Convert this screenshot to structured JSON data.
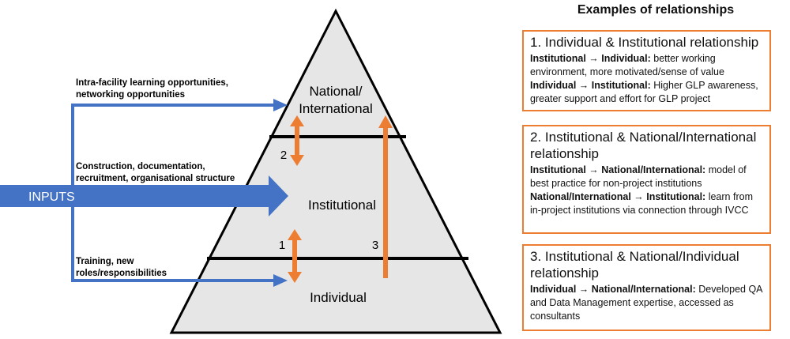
{
  "pyramid": {
    "levels": [
      "National/\nInternational",
      "Institutional",
      "Individual"
    ],
    "arrow_labels": [
      "1",
      "2",
      "3"
    ]
  },
  "inputs": {
    "label": "INPUTS",
    "branches": [
      {
        "text": [
          "Intra-facility learning opportunities,",
          "networking opportunities"
        ]
      },
      {
        "text": [
          "Construction, documentation,",
          "recruitment, organisational structure"
        ]
      },
      {
        "text": [
          "Training, new",
          "roles/responsibilities"
        ]
      }
    ]
  },
  "examples": {
    "title": "Examples of relationships",
    "items": [
      {
        "heading": "1. Individual & Institutional relationship",
        "relations": [
          {
            "direction": "Institutional → Individual:",
            "text": " better working environment, more motivated/sense of value"
          },
          {
            "direction": "Individual → Institutional:",
            "text": " Higher GLP awareness, greater support and effort for GLP project"
          }
        ]
      },
      {
        "heading": "2. Institutional & National/International relationship",
        "relations": [
          {
            "direction": "Institutional → National/International:",
            "text": " model of best practice for non-project institutions"
          },
          {
            "direction": "National/International → Institutional:",
            "text": " learn from in-project institutions via connection through IVCC"
          }
        ]
      },
      {
        "heading": "3. Institutional & National/Individual relationship",
        "relations": [
          {
            "direction": "Individual → National/International:",
            "text": " Developed QA and Data Management expertise, accessed as consultants"
          }
        ]
      }
    ]
  },
  "colors": {
    "blue": "#4472C4",
    "orange": "#ED7D31",
    "pyramid_fill": "#E6E6E6",
    "outline": "#000000"
  }
}
